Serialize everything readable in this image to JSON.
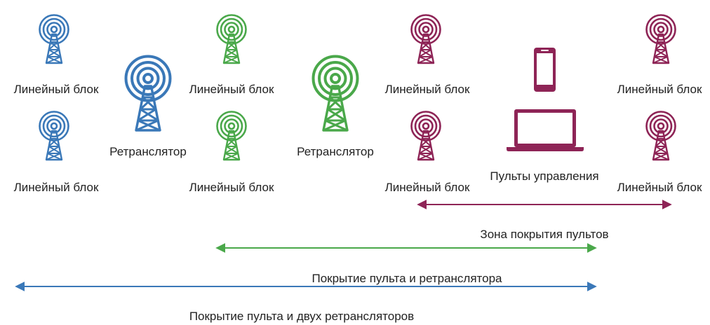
{
  "colors": {
    "blue": "#3a78b8",
    "green": "#4aa84a",
    "purple": "#8e2456",
    "text": "#222222"
  },
  "icons": {
    "tower": "radio-tower-icon",
    "phone": "smartphone-icon",
    "laptop": "laptop-icon"
  },
  "labels": {
    "line_block": "Линейный блок",
    "repeater": "Ретранслятор",
    "consoles": "Пульты управления"
  },
  "coverage": {
    "consoles": "Зона покрытия пультов",
    "console_and_repeater": "Покрытие пульта и ретранслятора",
    "console_and_two_repeaters": "Покрытие пульта и двух ретрансляторов"
  }
}
